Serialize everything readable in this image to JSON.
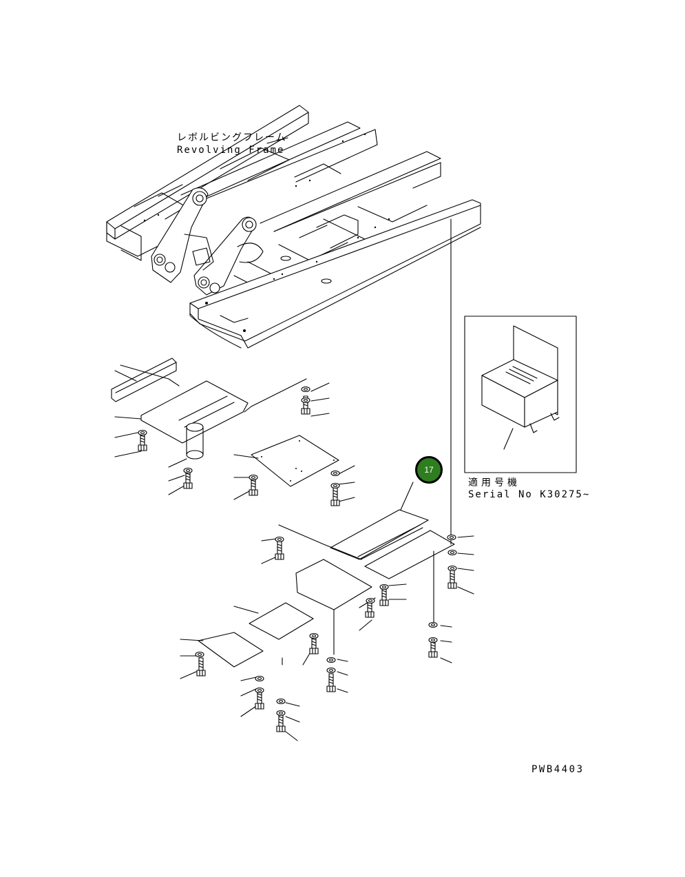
{
  "frame_label": {
    "japanese": "レボルビングフレーム",
    "english": "Revolving Frame"
  },
  "inset": {
    "serial_label_japanese": "適用号機",
    "serial_label_english": "Serial No K30275~"
  },
  "callout": {
    "number": "17",
    "color": "#2e7d1e"
  },
  "drawing_number": "PWB4403"
}
